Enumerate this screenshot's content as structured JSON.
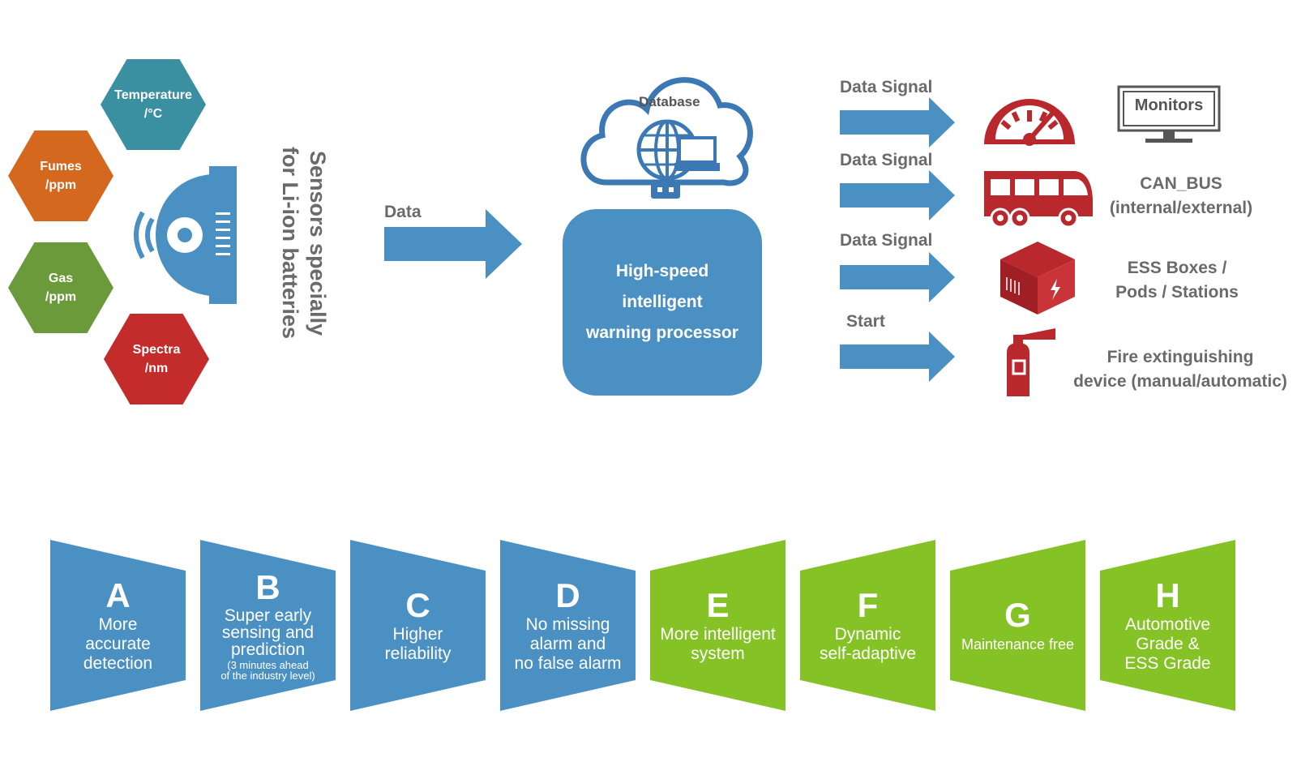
{
  "sensors": {
    "temperature": [
      "Temperature",
      "/°C"
    ],
    "fumes": [
      "Fumes",
      "/ppm"
    ],
    "gas": [
      "Gas",
      "/ppm"
    ],
    "spectra": [
      "Spectra",
      "/nm"
    ]
  },
  "sensor_title": [
    "Sensors specially",
    "for Li-ion batteries"
  ],
  "data_label": "Data",
  "database_label": "Database",
  "processor": [
    "High-speed",
    "intelligent",
    "warning processor"
  ],
  "outputs": [
    {
      "signal": "Data Signal",
      "target": [
        "Monitors"
      ],
      "icon": "gauge-icon"
    },
    {
      "signal": "Data Signal",
      "target": [
        "CAN_BUS",
        "(internal/external)"
      ],
      "icon": "bus-icon"
    },
    {
      "signal": "Data Signal",
      "target": [
        "ESS Boxes /",
        "Pods / Stations"
      ],
      "icon": "battery-box-icon"
    },
    {
      "signal": "Start",
      "target": [
        "Fire extinguishing",
        "device (manual/automatic)"
      ],
      "icon": "fire-extinguisher-icon"
    }
  ],
  "features": [
    {
      "letter": "A",
      "desc": [
        "More",
        "accurate",
        "detection"
      ],
      "color": "blue"
    },
    {
      "letter": "B",
      "desc": [
        "Super early",
        "sensing and",
        "prediction"
      ],
      "note": [
        "(3 minutes ahead",
        "of the industry level)"
      ],
      "color": "blue"
    },
    {
      "letter": "C",
      "desc": [
        "Higher",
        "reliability"
      ],
      "color": "blue"
    },
    {
      "letter": "D",
      "desc": [
        "No missing",
        "alarm and",
        "no false alarm"
      ],
      "color": "blue"
    },
    {
      "letter": "E",
      "desc": [
        "More intelligent",
        "system"
      ],
      "color": "green"
    },
    {
      "letter": "F",
      "desc": [
        "Dynamic",
        "self-adaptive"
      ],
      "color": "green"
    },
    {
      "letter": "G",
      "desc": [
        "Maintenance free"
      ],
      "color": "green"
    },
    {
      "letter": "H",
      "desc": [
        "Automotive",
        "Grade &",
        "ESS Grade"
      ],
      "color": "green"
    }
  ],
  "colors": {
    "blue": "#4b90c3",
    "green": "#84c225",
    "red": "#b8282d",
    "teal": "#3a8fa0",
    "orange": "#d4681f",
    "olive": "#6a9a3a",
    "crimson": "#c42b2b"
  }
}
